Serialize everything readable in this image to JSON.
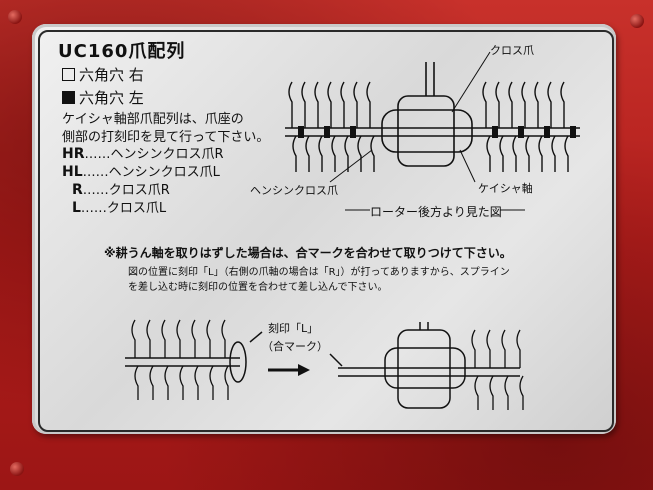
{
  "plate": {
    "title": "UC160爪配列",
    "legend_hex_right": "六角穴 右",
    "legend_hex_left": "六角穴 左",
    "instruction_line1": "ケイシャ軸部爪配列は、爪座の",
    "instruction_line2": "側部の打刻印を見て行って下さい。",
    "codes": [
      {
        "code": "HR",
        "desc": "……ヘンシンクロス爪R"
      },
      {
        "code": "HL",
        "desc": "……ヘンシンクロス爪L"
      },
      {
        "code": "R",
        "desc": "……クロス爪R"
      },
      {
        "code": "L",
        "desc": "……クロス爪L"
      }
    ],
    "diagram_top": {
      "label_cross": "クロス爪",
      "label_henshin": "ヘンシンクロス爪",
      "label_keisha": "ケイシャ軸",
      "caption": "ローター後方より見た図"
    },
    "note_main": "※耕うん軸を取りはずした場合は、合マークを合わせて取りつけて下さい。",
    "note_sub1": "図の位置に刻印「L」（右側の爪軸の場合は「R」）が打ってありますから、スプライン",
    "note_sub2": "を差し込む時に刻印の位置を合わせて差し込んで下さい。",
    "diagram_bottom": {
      "label_stamp": "刻印「L」",
      "label_mark": "（合マーク）"
    }
  }
}
